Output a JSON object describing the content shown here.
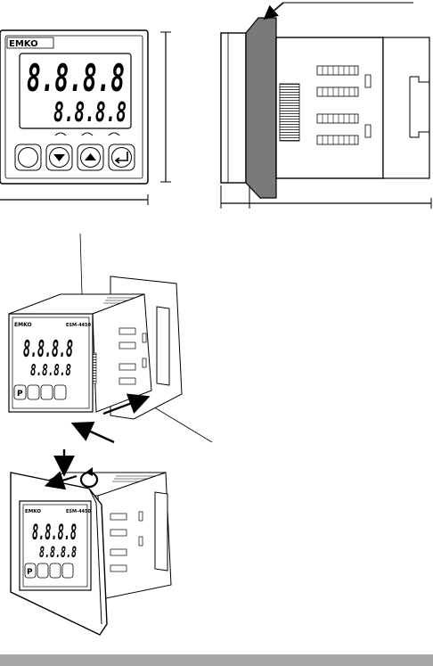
{
  "front_view": {
    "brand": "EMKO",
    "display_top": "8.8.8.8",
    "display_bottom": "8.8.8.8"
  },
  "iso_view_top": {
    "brand": "EMKO",
    "model": "ESM-4450",
    "display_top": "8.8.8.8",
    "display_bottom": "8.8.8.8",
    "key_p": "P"
  },
  "iso_view_bottom": {
    "brand": "EMKO",
    "model": "ESM-4450",
    "display_top": "8.8.8.8",
    "display_bottom": "8.8.8.8",
    "key_p": "P"
  },
  "colors": {
    "line": "#000000",
    "panel_gray": "#7a7a7a",
    "bar_gray": "#a6a6a6"
  }
}
